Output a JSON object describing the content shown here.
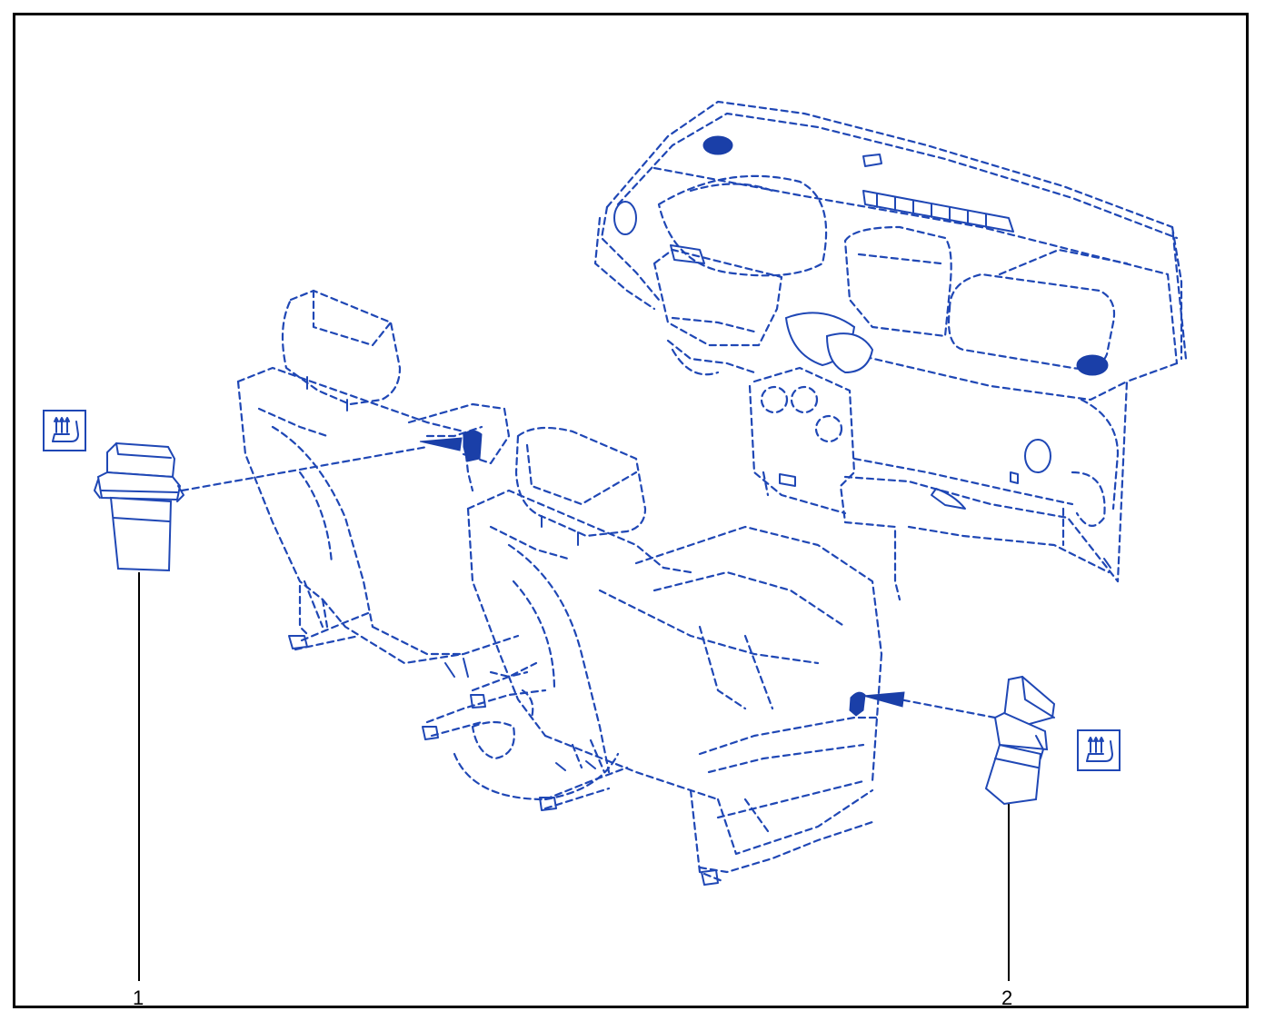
{
  "callouts": [
    {
      "id": "1",
      "label": "1"
    },
    {
      "id": "2",
      "label": "2"
    }
  ],
  "icons": {
    "seat_heater_symbol": "seat-heater-icon"
  },
  "colors": {
    "line": "#1f47b5",
    "fill": "#1a3fa8",
    "frame": "#000000",
    "background": "#ffffff"
  }
}
